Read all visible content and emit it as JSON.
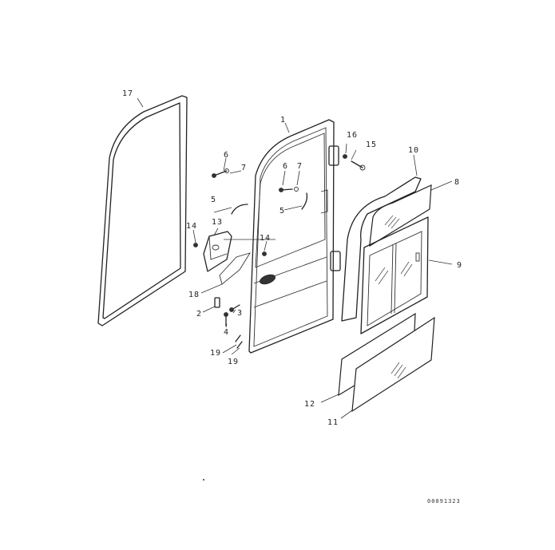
{
  "callouts": {
    "c1": "1",
    "c2": "2",
    "c3": "3",
    "c4": "4",
    "c5a": "5",
    "c5b": "5",
    "c6a": "6",
    "c6b": "6",
    "c7a": "7",
    "c7b": "7",
    "c8": "8",
    "c9": "9",
    "c10": "10",
    "c11": "11",
    "c12": "12",
    "c13": "13",
    "c14a": "14",
    "c14b": "14",
    "c15": "15",
    "c16": "16",
    "c17": "17",
    "c18": "18",
    "c19a": "19",
    "c19b": "19"
  },
  "drawing_code": "00091323"
}
